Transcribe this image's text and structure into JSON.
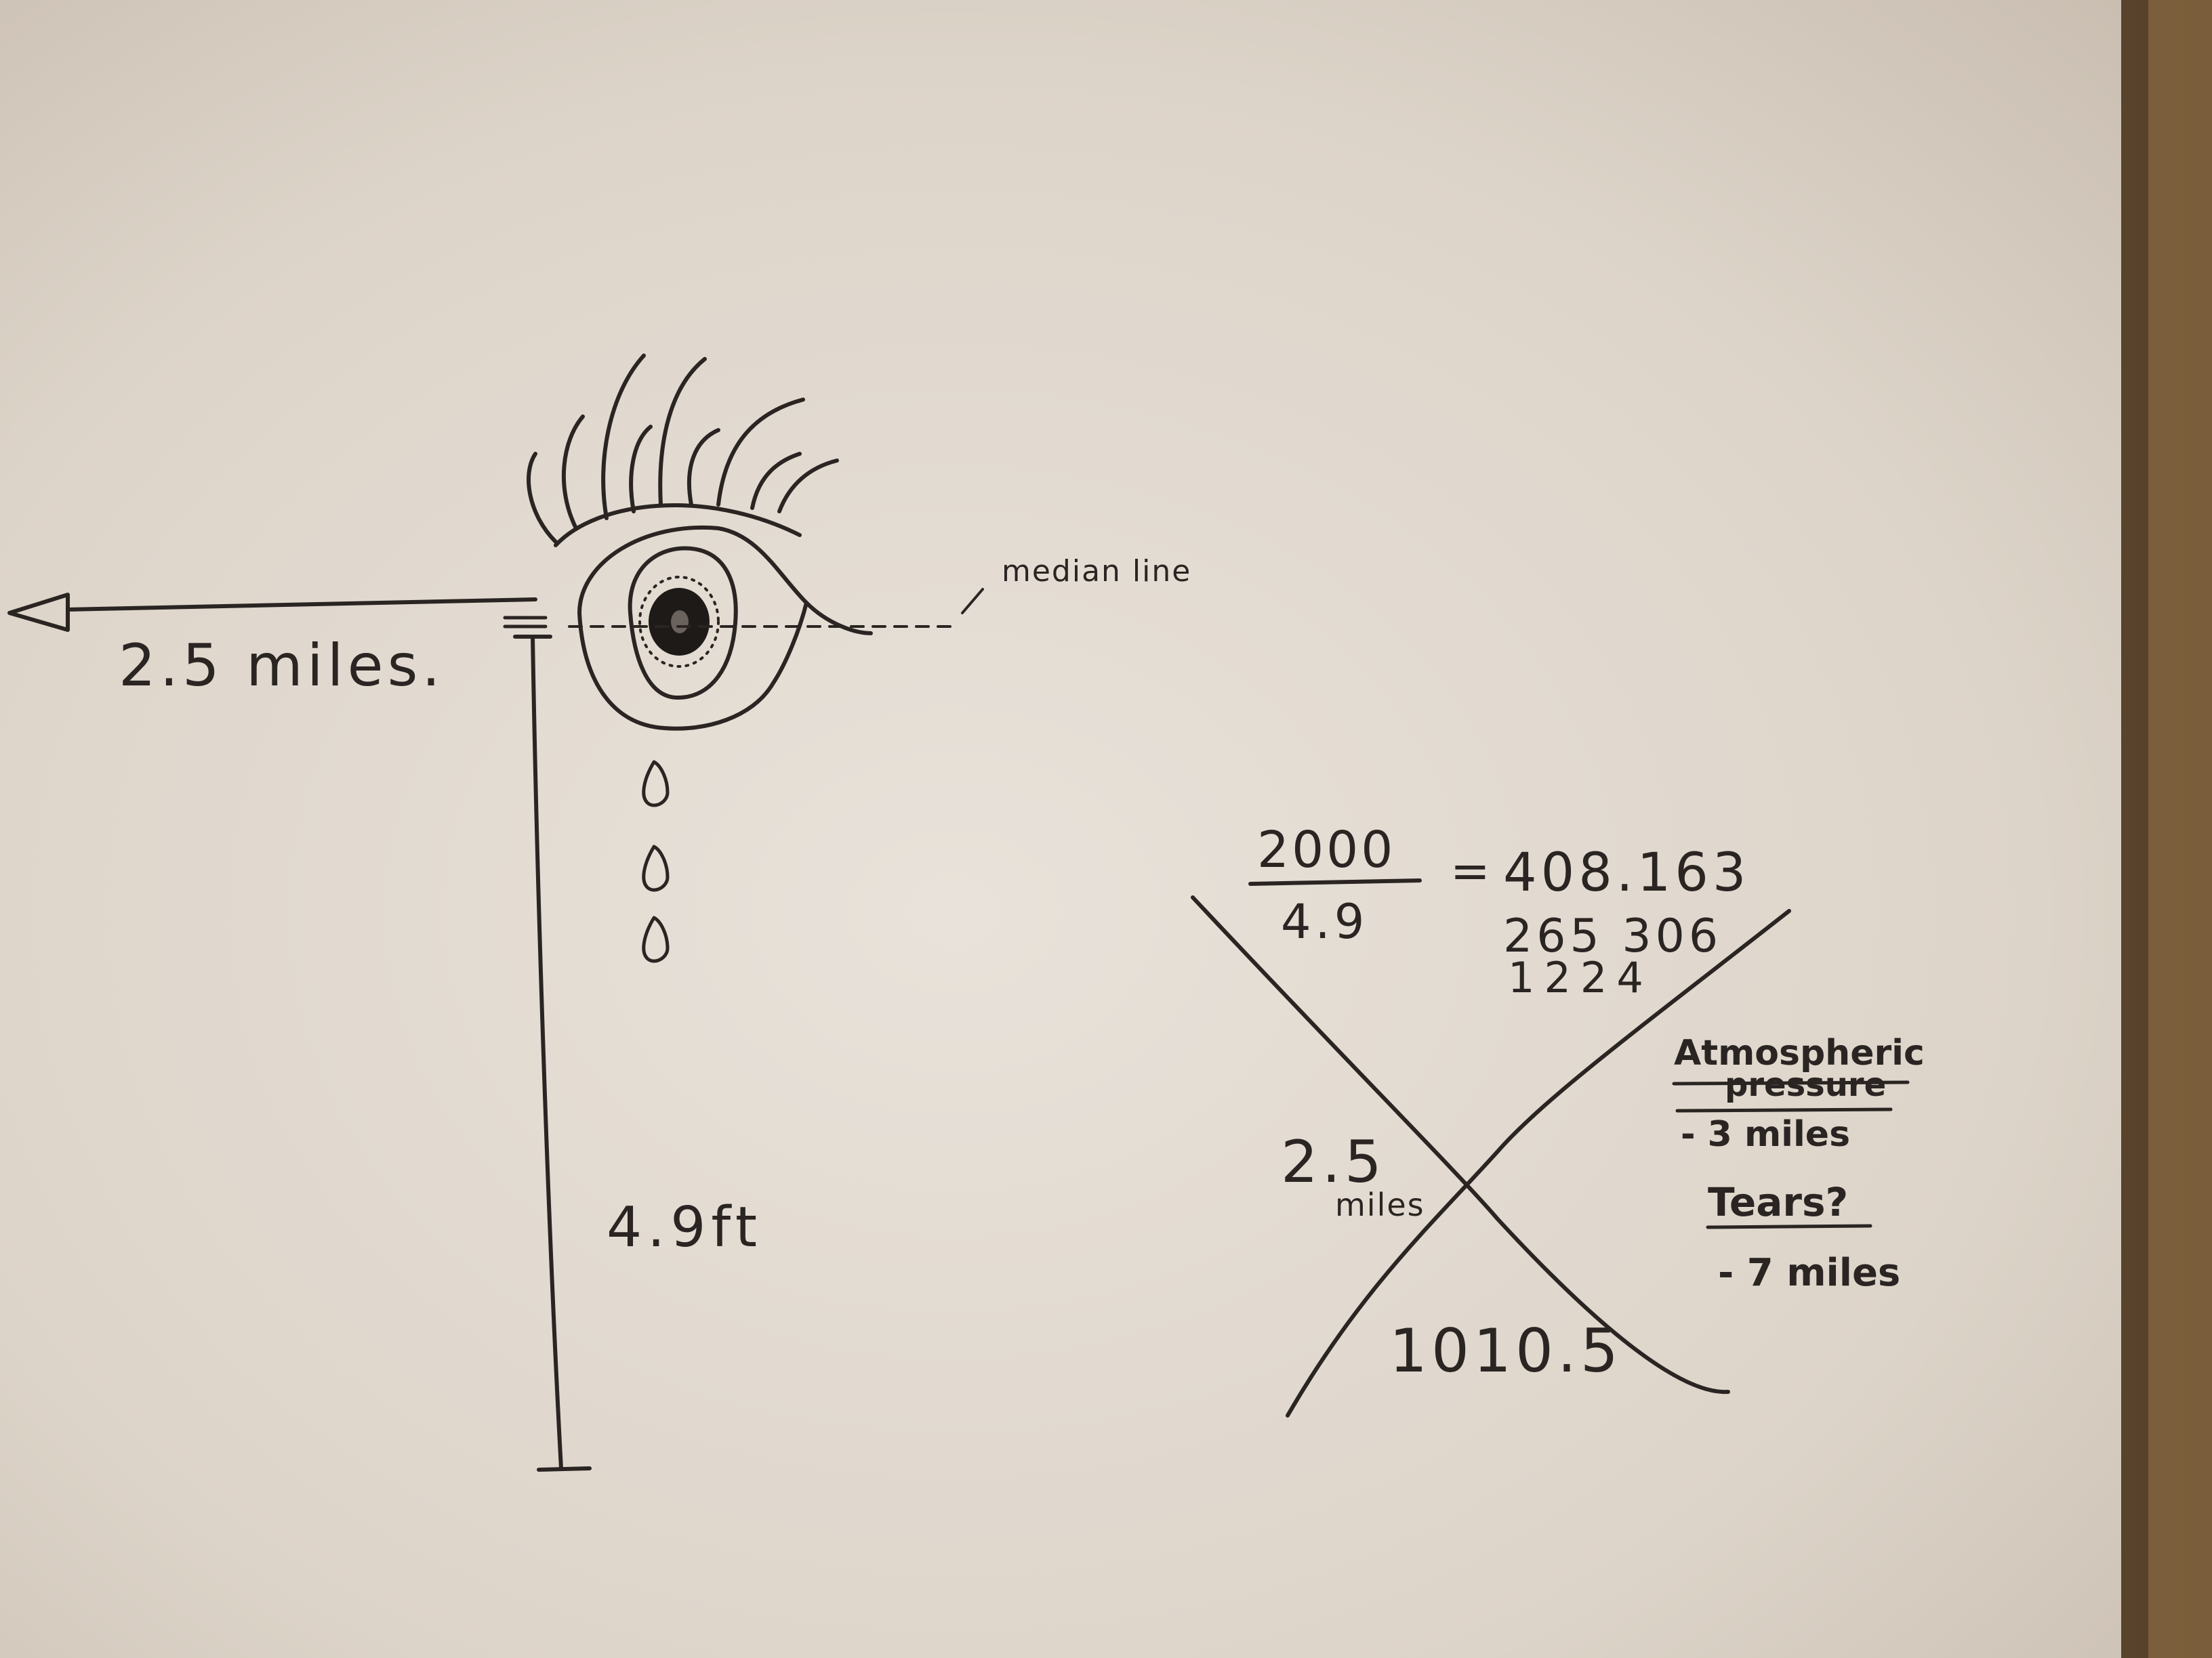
{
  "colors": {
    "paper_light": "#e6dfd6",
    "paper_mid": "#d8cfc4",
    "paper_dark": "#a89888",
    "ink": "#2a2522",
    "desk": "#9a7a52"
  },
  "labels": {
    "horizontal_distance": "2.5 miles.",
    "median_line": "median line",
    "vertical_height": "4.9ft"
  },
  "calculation": {
    "numerator": "2000",
    "denominator": "4.9",
    "equals": "=",
    "result_line1": "408.163",
    "result_line2": "265 306",
    "result_line3": "1224"
  },
  "cross_diagram": {
    "left_value": "2.5",
    "left_unit": "miles",
    "bottom_value": "1010.5",
    "right_top_line1": "Atmospheric",
    "right_top_line2": "pressure",
    "right_top_value": "- 3 miles",
    "right_bottom_label": "Tears?",
    "right_bottom_value": "- 7 miles"
  }
}
